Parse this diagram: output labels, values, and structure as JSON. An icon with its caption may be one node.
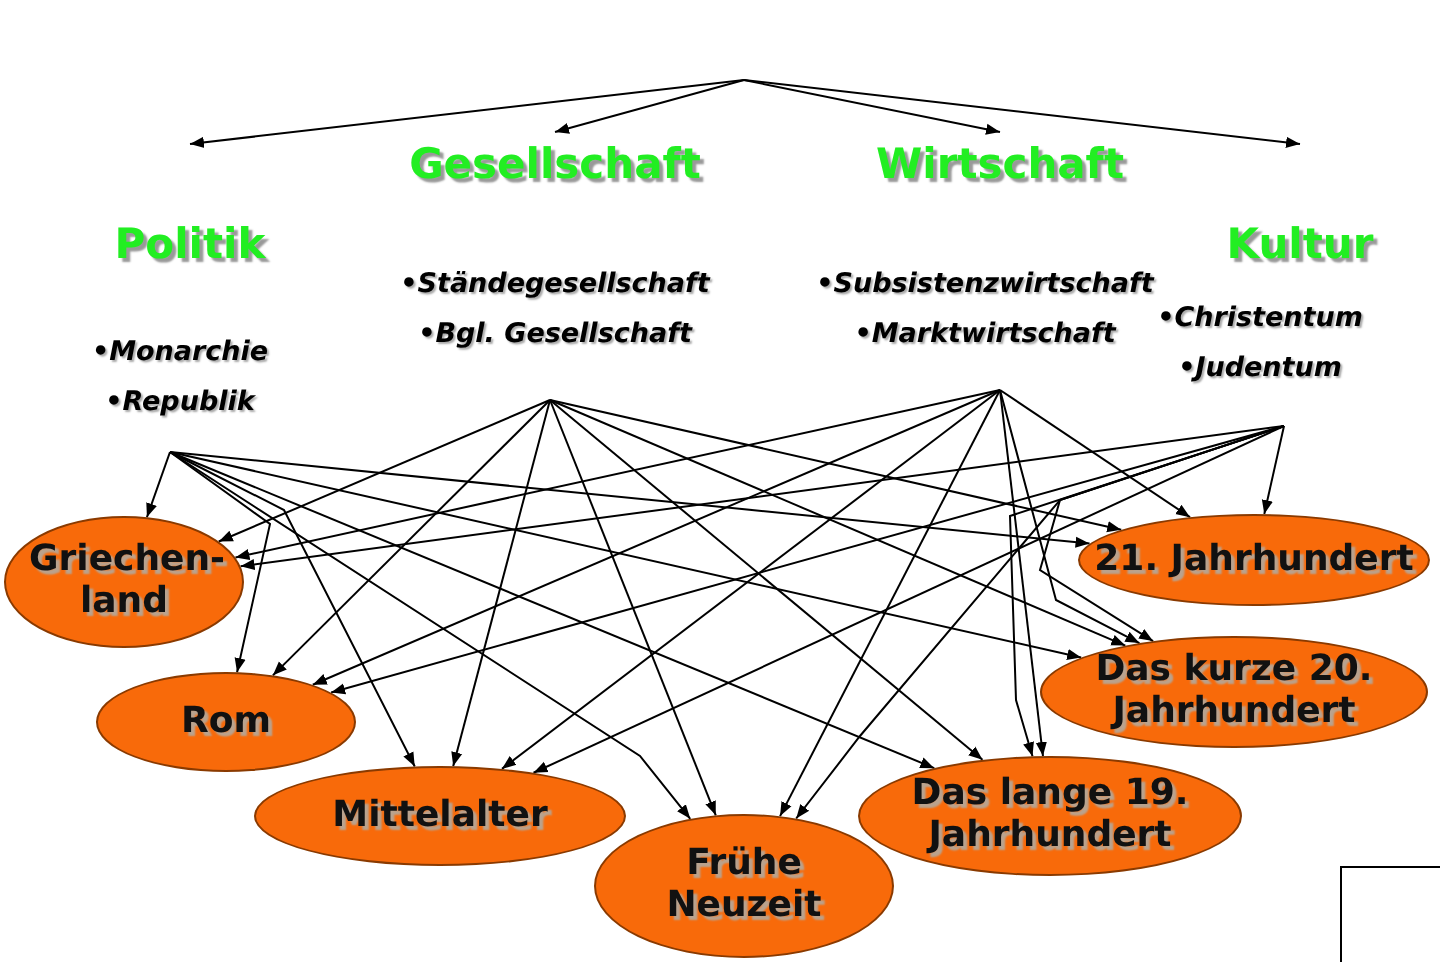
{
  "diagram": {
    "nodes": [
      {
        "text": [
          "Politik"
        ]
      },
      {
        "text": [
          "Gesellschaft"
        ]
      },
      {
        "text": [
          "Wirtschaft"
        ]
      },
      {
        "text": [
          "Kultur"
        ]
      },
      {
        "text": [
          "•Monarchie",
          "•Republik"
        ]
      },
      {
        "text": [
          "•Ständegesellschaft",
          "•Bgl. Gesellschaft"
        ]
      },
      {
        "text": [
          "•Subsistenzwirtschaft",
          "•Marktwirtschaft"
        ]
      },
      {
        "text": [
          "•Christentum",
          "•Judentum"
        ]
      },
      {
        "text": [
          "Griechen- land"
        ]
      },
      {
        "text": [
          "Rom"
        ]
      },
      {
        "text": [
          "Mittelalter"
        ]
      },
      {
        "text": [
          "Frühe Neuzeit"
        ]
      },
      {
        "text": [
          "Das lange 19. Jahrhundert"
        ]
      },
      {
        "text": [
          "Das kurze 20. Jahrhundert"
        ]
      },
      {
        "text": [
          "21. Jahrhundert"
        ]
      }
    ],
    "edges": [
      {
        "from": null,
        "to": 0,
        "arrow": "to"
      },
      {
        "from": null,
        "to": 1,
        "arrow": "to"
      },
      {
        "from": null,
        "to": 2,
        "arrow": "to"
      },
      {
        "from": null,
        "to": 3,
        "arrow": "to"
      },
      {
        "from": 4,
        "to": 8,
        "arrow": "to"
      },
      {
        "from": 4,
        "to": 9,
        "arrow": "to"
      },
      {
        "from": 4,
        "to": 10,
        "arrow": "to"
      },
      {
        "from": 4,
        "to": 11,
        "arrow": "to"
      },
      {
        "from": 4,
        "to": 12,
        "arrow": "to"
      },
      {
        "from": 4,
        "to": 13,
        "arrow": "to"
      },
      {
        "from": 4,
        "to": 14,
        "arrow": "to"
      },
      {
        "from": 5,
        "to": 8,
        "arrow": "to"
      },
      {
        "from": 5,
        "to": 9,
        "arrow": "to"
      },
      {
        "from": 5,
        "to": 10,
        "arrow": "to"
      },
      {
        "from": 5,
        "to": 11,
        "arrow": "to"
      },
      {
        "from": 5,
        "to": 12,
        "arrow": "to"
      },
      {
        "from": 5,
        "to": 13,
        "arrow": "to"
      },
      {
        "from": 5,
        "to": 14,
        "arrow": "to"
      },
      {
        "from": 6,
        "to": 8,
        "arrow": "to"
      },
      {
        "from": 6,
        "to": 9,
        "arrow": "to"
      },
      {
        "from": 6,
        "to": 10,
        "arrow": "to"
      },
      {
        "from": 6,
        "to": 11,
        "arrow": "to"
      },
      {
        "from": 6,
        "to": 12,
        "arrow": "to"
      },
      {
        "from": 6,
        "to": 13,
        "arrow": "to"
      },
      {
        "from": 6,
        "to": 14,
        "arrow": "to"
      },
      {
        "from": 7,
        "to": 8,
        "arrow": "to"
      },
      {
        "from": 7,
        "to": 9,
        "arrow": "to"
      },
      {
        "from": 7,
        "to": 10,
        "arrow": "to"
      },
      {
        "from": 7,
        "to": 11,
        "arrow": "to"
      },
      {
        "from": 7,
        "to": 12,
        "arrow": "to"
      },
      {
        "from": 7,
        "to": 13,
        "arrow": "to"
      },
      {
        "from": 7,
        "to": 14,
        "arrow": "to"
      }
    ]
  }
}
